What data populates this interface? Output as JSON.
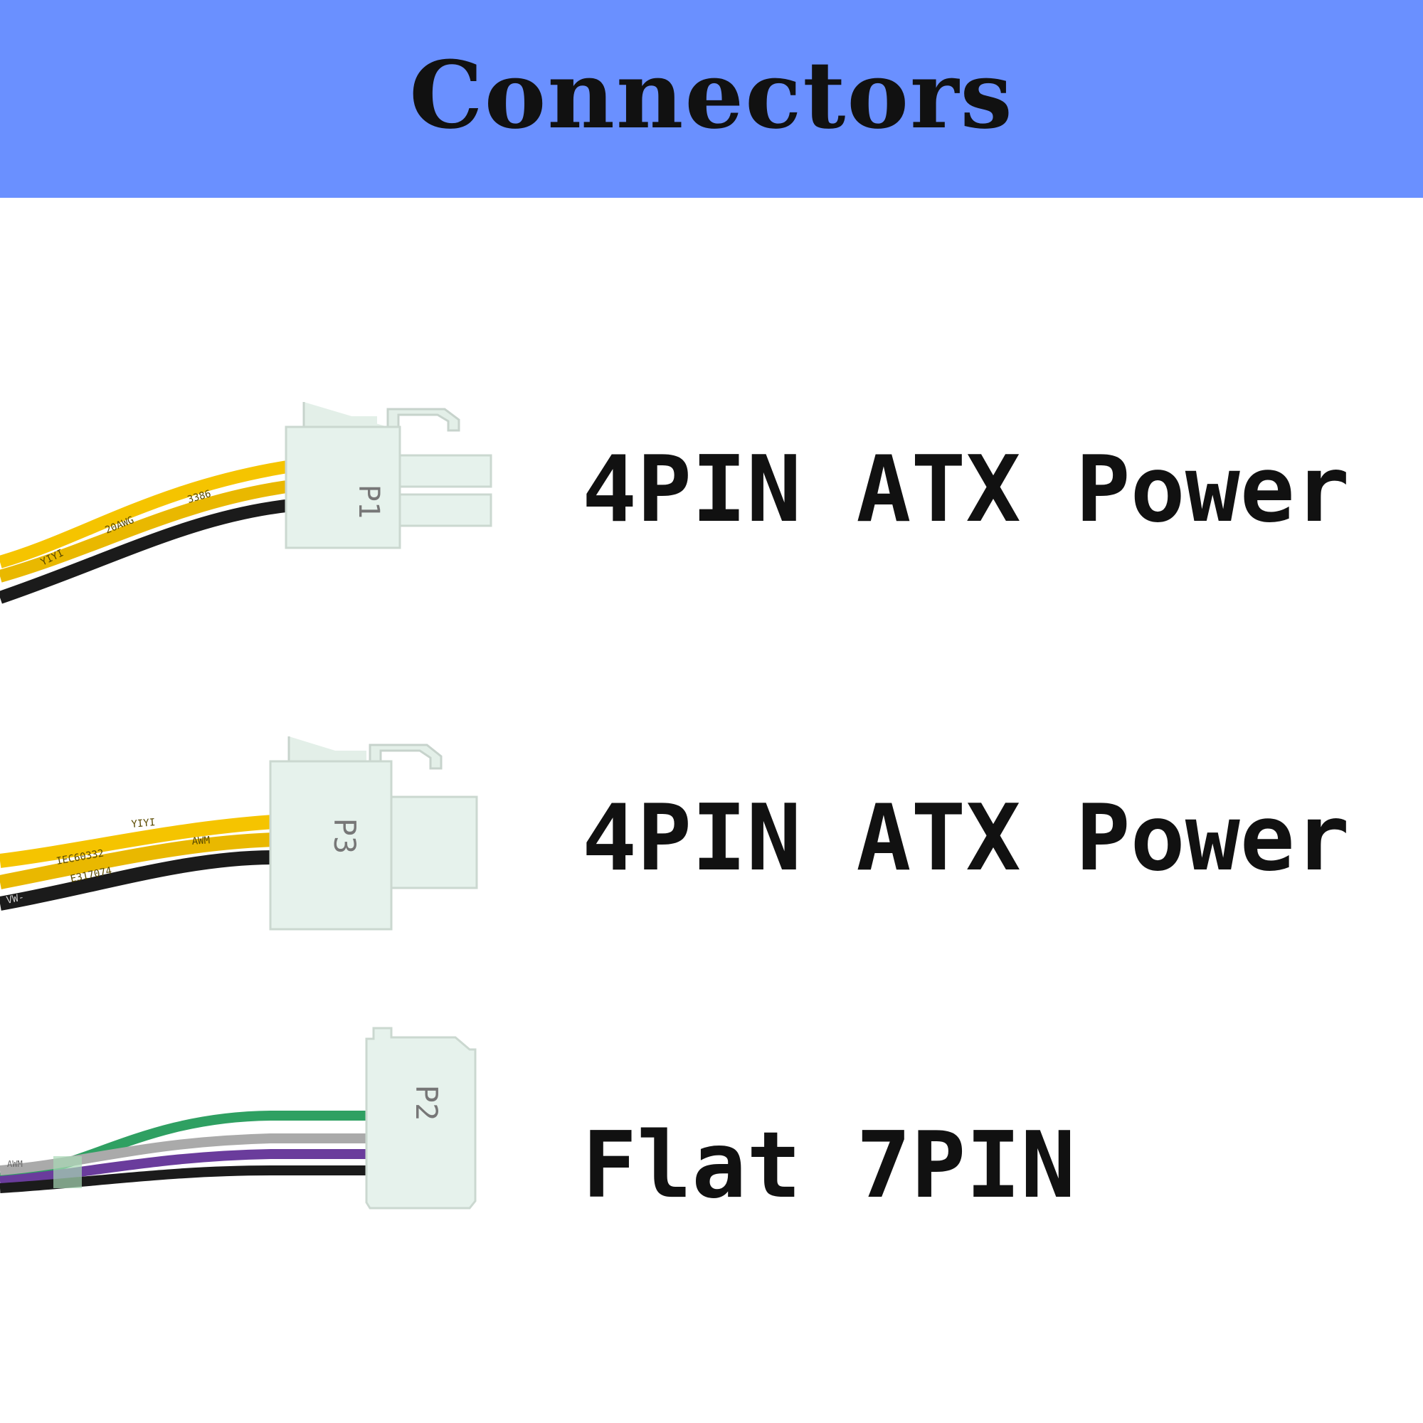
{
  "header": {
    "title": "Connectors",
    "background": "#6a90ff"
  },
  "connectors": [
    {
      "label": "4PIN ATX Power",
      "print_mark": "P1",
      "wires": [
        "yellow",
        "yellow",
        "black"
      ],
      "wire_text": [
        "3386",
        "20AWG",
        "YIYI"
      ],
      "housing_color": "#e6f2ec"
    },
    {
      "label": "4PIN ATX Power",
      "print_mark": "P3",
      "wires": [
        "yellow",
        "yellow",
        "black"
      ],
      "wire_text": [
        "IEC60332",
        "E317074",
        "AWM",
        "YIYI",
        "VW-"
      ],
      "housing_color": "#e6f2ec"
    },
    {
      "label": "Flat 7PIN",
      "print_mark": "P2",
      "wires": [
        "green",
        "gray",
        "purple",
        "black"
      ],
      "wire_text": [
        "AWM"
      ],
      "housing_color": "#e6f2ec"
    }
  ]
}
